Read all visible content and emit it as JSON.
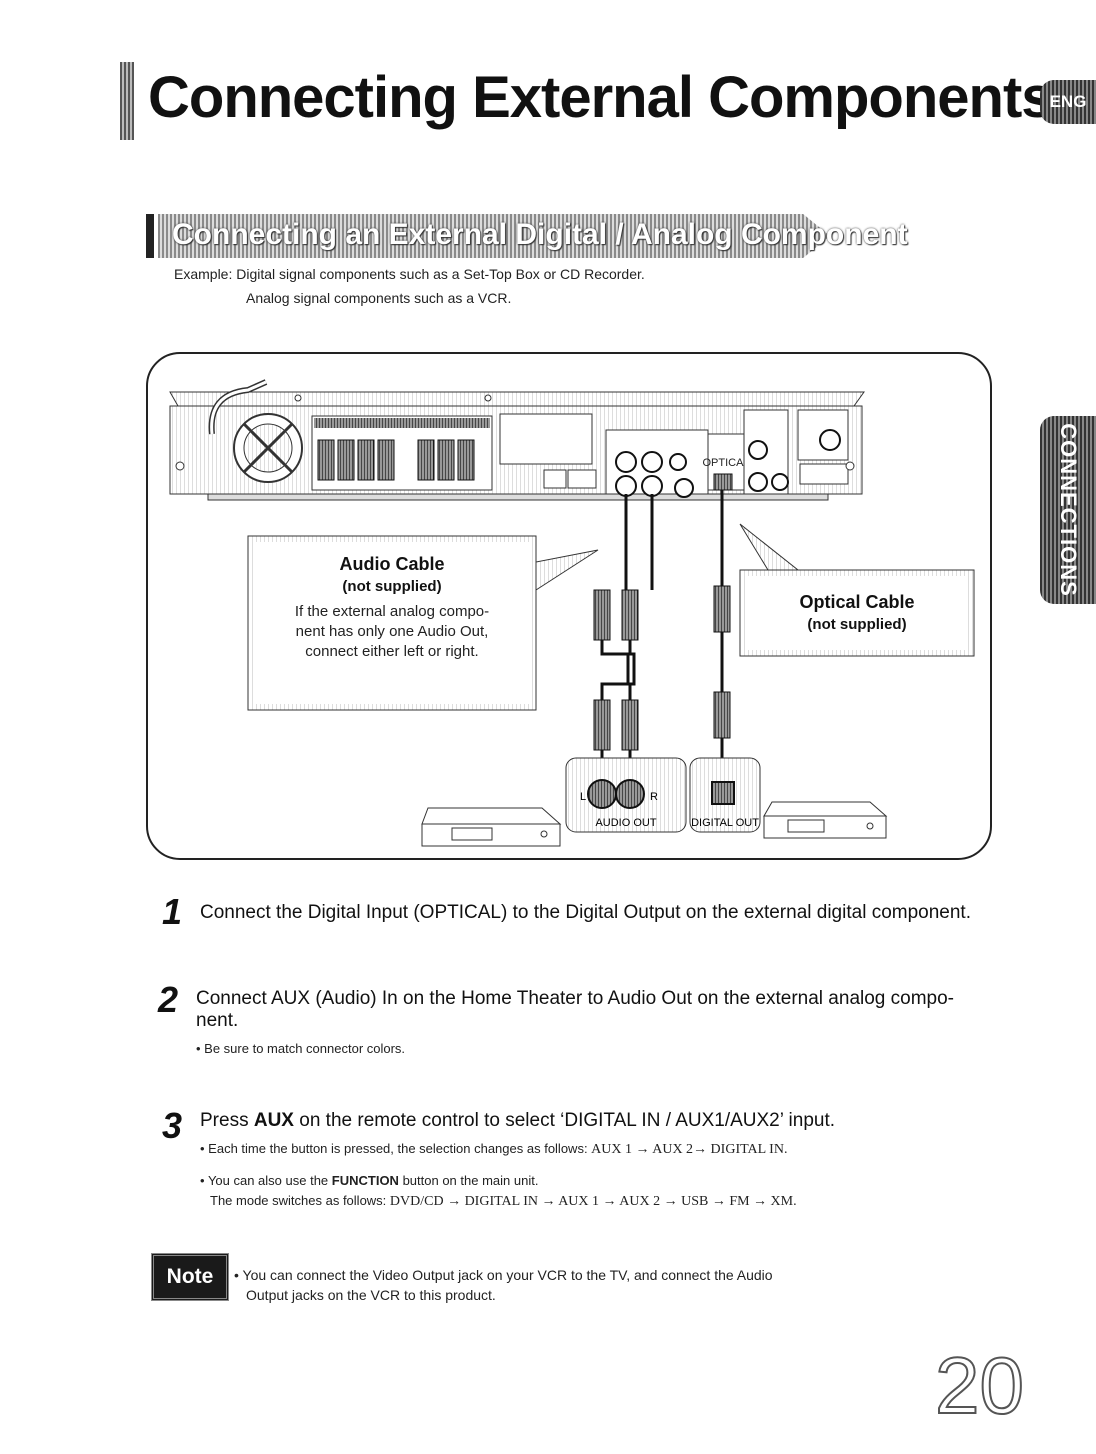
{
  "header": {
    "title": "Connecting External Components",
    "lang_badge": "ENG"
  },
  "side_tab": {
    "label": "CONNECTIONS"
  },
  "section": {
    "title": "Connecting an External Digital / Analog Component",
    "example_line1": "Example: Digital signal components such as a Set-Top Box or CD Recorder.",
    "example_line2": "Analog signal components such as a VCR."
  },
  "diagram": {
    "audio_cable": {
      "title": "Audio Cable",
      "subtitle": "(not supplied)",
      "body_line1": "If the external analog compo-",
      "body_line2": "nent has only one Audio Out,",
      "body_line3": "connect either left or right."
    },
    "optical_cable": {
      "title": "Optical Cable",
      "subtitle": "(not supplied)"
    },
    "audio_out_label": "AUDIO OUT",
    "audio_out_left": "L",
    "audio_out_right": "R",
    "digital_out_label": "DIGITAL OUT",
    "optical_in_label": "OPTICAL"
  },
  "steps": [
    {
      "number": "1",
      "text": "Connect the Digital Input (OPTICAL) to the Digital Output on the external digital component."
    },
    {
      "number": "2",
      "text_line1": "Connect AUX (Audio) In on the Home Theater to Audio Out on the external analog compo-",
      "text_line2": "nent.",
      "bullet": "Be sure to match connector colors."
    },
    {
      "number": "3",
      "text_prefix": "Press ",
      "text_bold": "AUX",
      "text_suffix": " on the remote control to select ‘DIGITAL IN / AUX1/AUX2’ input.",
      "bullet1_prefix": "Each time the button is pressed, the selection changes as follows: ",
      "bullet1_seq": "AUX 1 → AUX 2→ DIGITAL IN.",
      "bullet2_prefix": "You can also use the ",
      "bullet2_bold": "FUNCTION",
      "bullet2_suffix": " button on the main unit.",
      "bullet3_prefix": "The mode switches as follows: ",
      "bullet3_seq": "DVD/CD → DIGITAL IN → AUX 1 → AUX 2 → USB → FM → XM."
    }
  ],
  "note": {
    "label": "Note",
    "line1": "• You can connect the Video Output jack on your VCR to the TV, and connect the Audio",
    "line2": "Output jacks on the VCR to this product."
  },
  "page_number": "20"
}
